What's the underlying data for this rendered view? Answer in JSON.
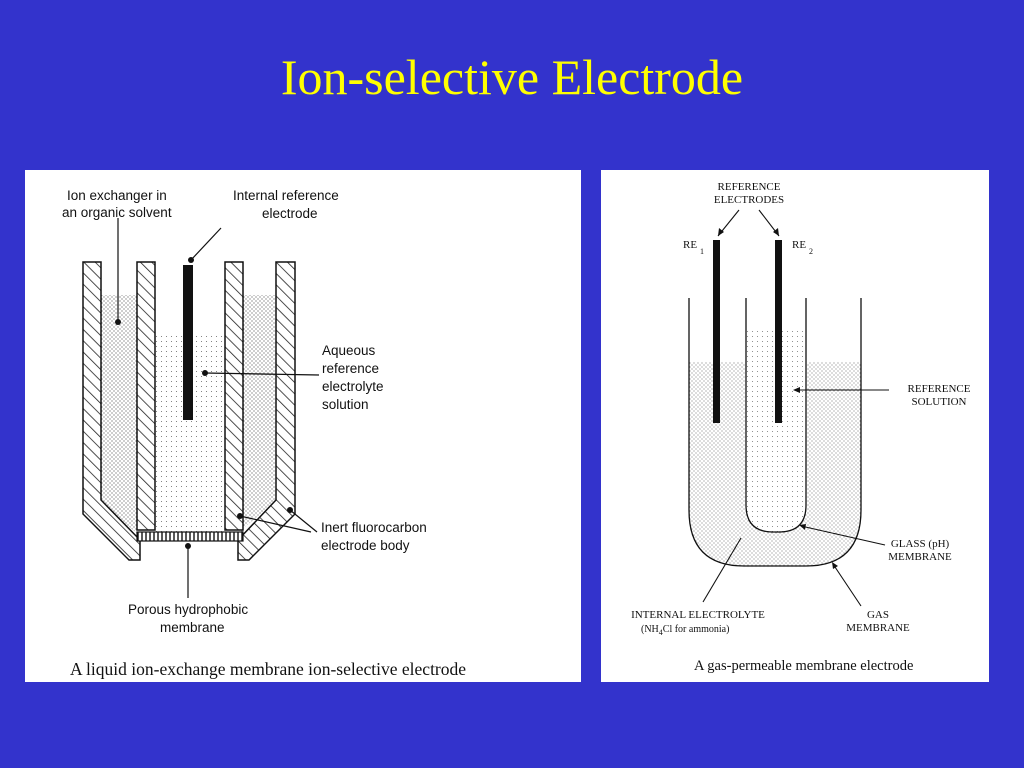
{
  "slide": {
    "title": "Ion-selective Electrode"
  },
  "left_diagram": {
    "labels": {
      "ion_exchanger_line1": "Ion exchanger in",
      "ion_exchanger_line2": "an organic solvent",
      "internal_ref_line1": "Internal reference",
      "internal_ref_line2": "electrode",
      "aqueous_line1": "Aqueous",
      "aqueous_line2": "reference",
      "aqueous_line3": "electrolyte",
      "aqueous_line4": "solution",
      "inert_line1": "Inert fluorocarbon",
      "inert_line2": "electrode body",
      "porous_line1": "Porous hydrophobic",
      "porous_line2": "membrane"
    },
    "caption": "A liquid ion-exchange membrane ion-selective electrode"
  },
  "right_diagram": {
    "labels": {
      "ref_electrodes_line1": "REFERENCE",
      "ref_electrodes_line2": "ELECTRODES",
      "re": "RE",
      "re1_sub": "1",
      "re2_sub": "2",
      "ref_solution_line1": "REFERENCE",
      "ref_solution_line2": "SOLUTION",
      "glass_line1": "GLASS (pH)",
      "glass_line2": "MEMBRANE",
      "internal_electrolyte_line1": "INTERNAL ELECTROLYTE",
      "nh_prefix": "(NH",
      "nh_sub": "4",
      "nh_suffix": "Cl  for ammonia)",
      "gas_line1": "GAS",
      "gas_line2": "MEMBRANE"
    },
    "caption": "A gas-permeable membrane electrode"
  }
}
